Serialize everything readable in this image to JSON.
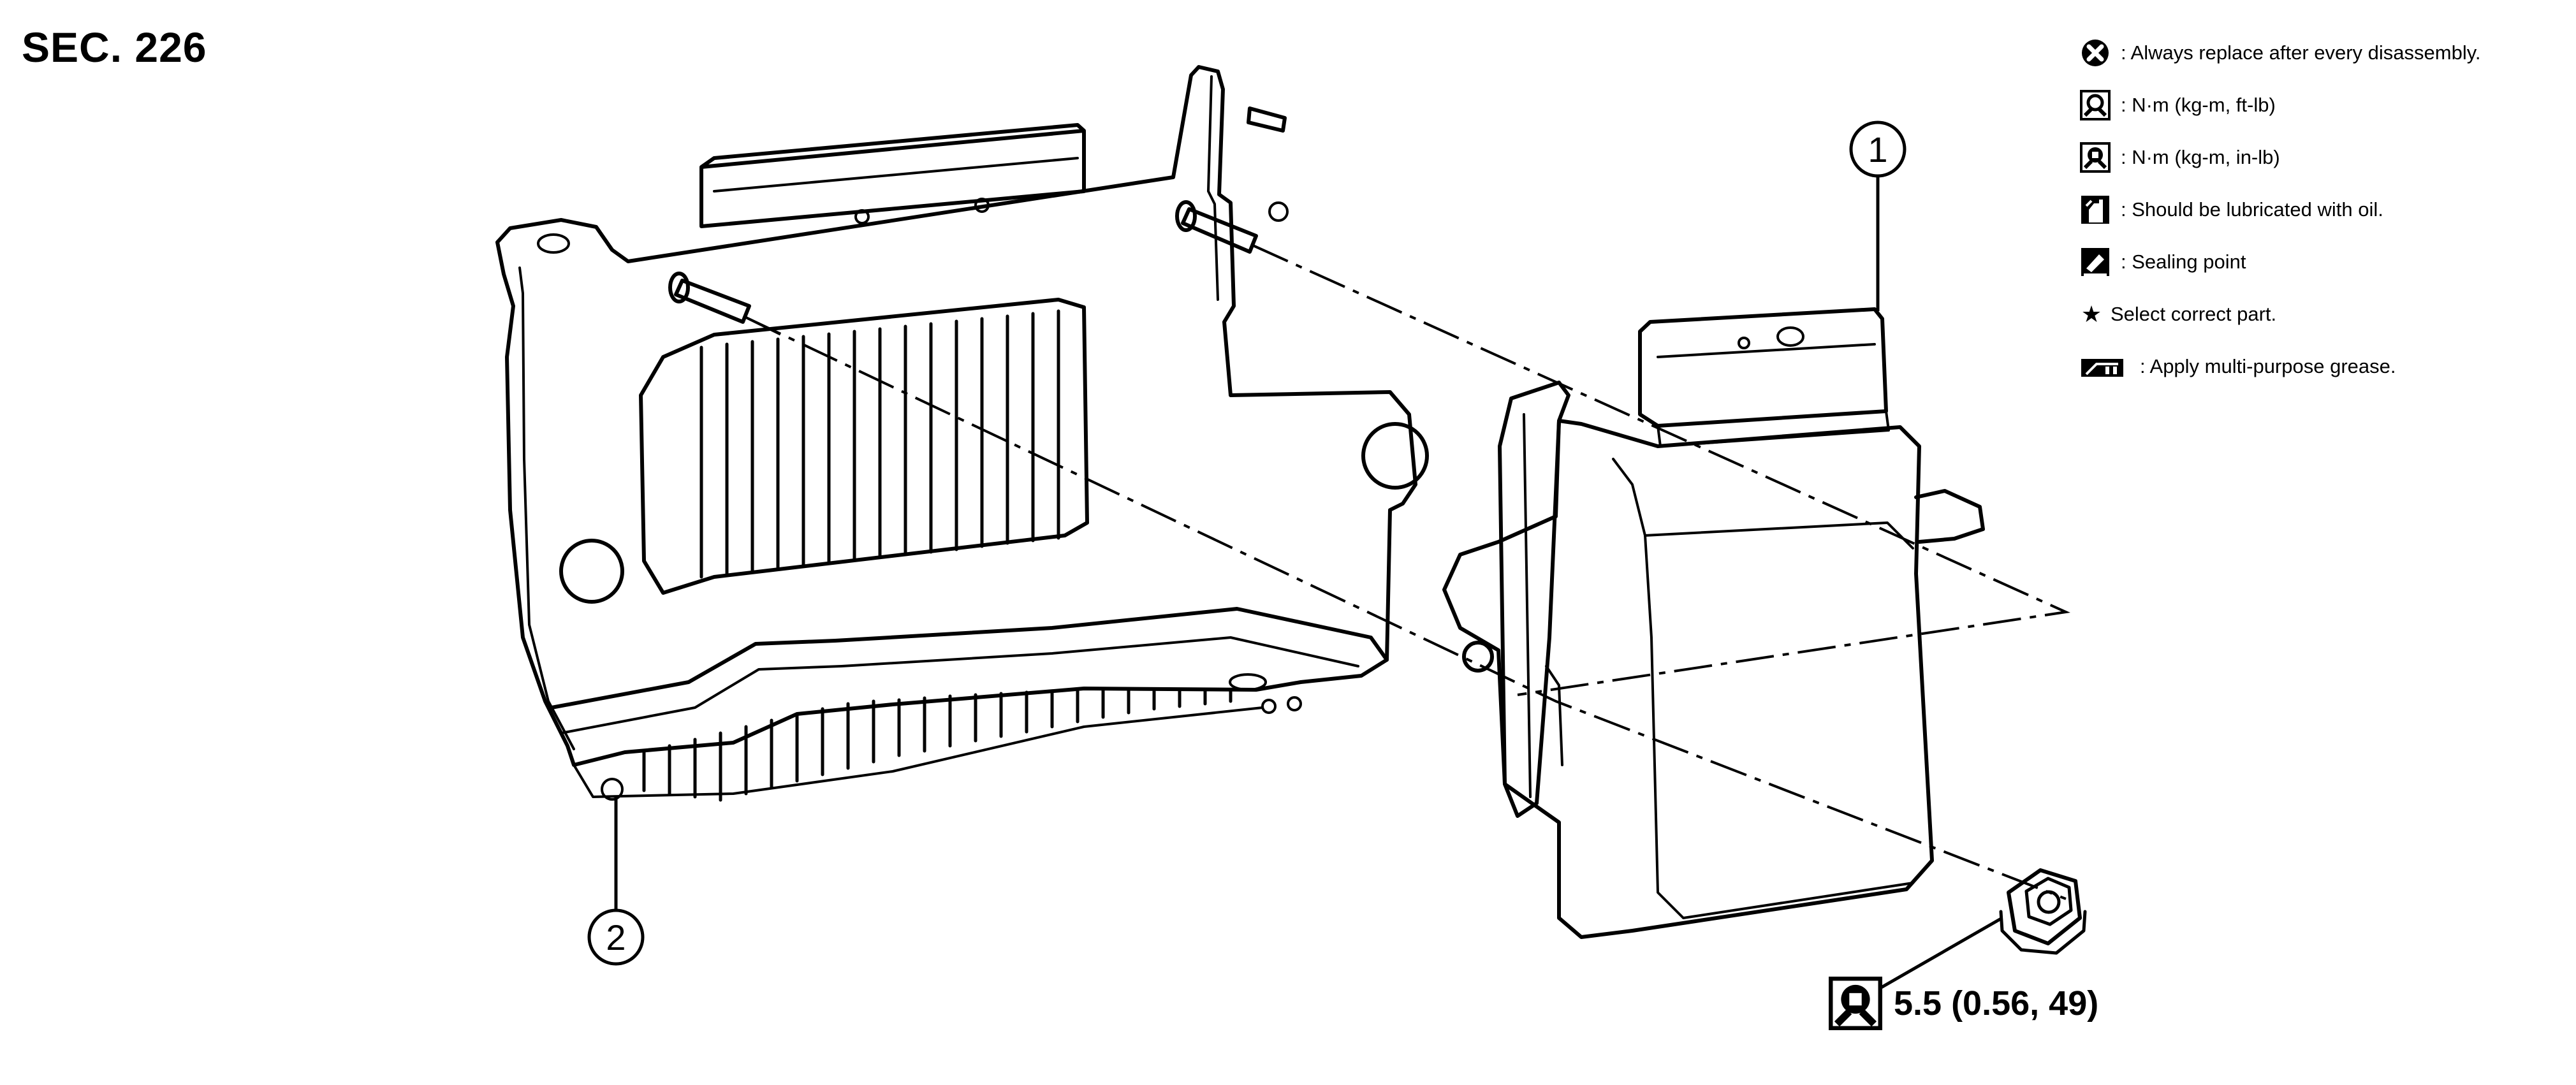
{
  "section_label": "SEC. 226",
  "legend": [
    {
      "icon": "always-replace-icon",
      "text": ": Always replace after every disassembly."
    },
    {
      "icon": "torque-wrench-ftlb-icon",
      "text": ": N·m (kg-m, ft-lb)"
    },
    {
      "icon": "torque-wrench-inlb-icon",
      "text": ": N·m (kg-m, in-lb)"
    },
    {
      "icon": "oil-can-icon",
      "text": ": Should be lubricated with oil."
    },
    {
      "icon": "sealing-point-icon",
      "text": ": Sealing point"
    },
    {
      "icon": "star-icon",
      "symbol": "★",
      "text": "Select correct part."
    },
    {
      "icon": "grease-icon",
      "text": ": Apply multi-purpose grease."
    }
  ],
  "callouts": [
    {
      "number": "1"
    },
    {
      "number": "2"
    }
  ],
  "torque_spec": {
    "icon": "torque-wrench-inlb-icon",
    "value": "5.5 (0.56, 49)"
  }
}
